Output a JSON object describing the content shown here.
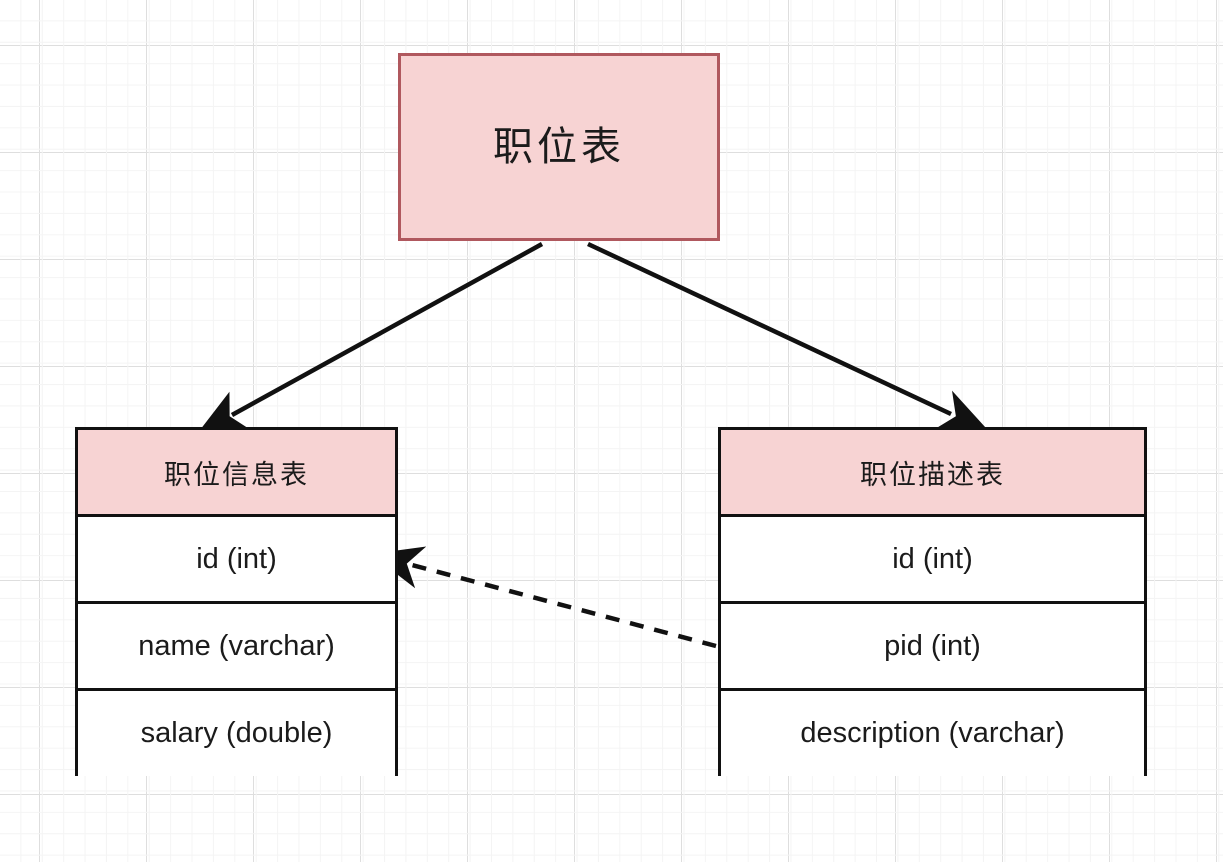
{
  "diagram": {
    "title_box": {
      "label": "职位表",
      "fill": "#f7d3d3",
      "border": "#b0585e"
    },
    "tables": [
      {
        "id": "position-info-table",
        "header": "职位信息表",
        "header_fill": "#f7d3d3",
        "border": "#111111",
        "rows": [
          {
            "label": "id (int)"
          },
          {
            "label": "name (varchar)"
          },
          {
            "label": "salary (double)"
          }
        ]
      },
      {
        "id": "position-description-table",
        "header": "职位描述表",
        "header_fill": "#f7d3d3",
        "border": "#111111",
        "rows": [
          {
            "label": "id (int)"
          },
          {
            "label": "pid (int)"
          },
          {
            "label": "description (varchar)"
          }
        ]
      }
    ],
    "connectors": [
      {
        "name": "root-to-position-info",
        "style": "solid",
        "color": "#111111",
        "from": "职位表",
        "to": "职位信息表",
        "arrowhead": "filled-triangle"
      },
      {
        "name": "root-to-position-description",
        "style": "solid",
        "color": "#111111",
        "from": "职位表",
        "to": "职位描述表",
        "arrowhead": "filled-triangle"
      },
      {
        "name": "pid-foreign-key-to-id",
        "style": "dashed",
        "color": "#111111",
        "from": "pid (int)",
        "to": "id (int)",
        "arrowhead": "open-arrow"
      }
    ],
    "background": {
      "grid_minor_color": "#f4f4f4",
      "grid_major_color": "#dedede",
      "page_color": "#ffffff"
    }
  }
}
